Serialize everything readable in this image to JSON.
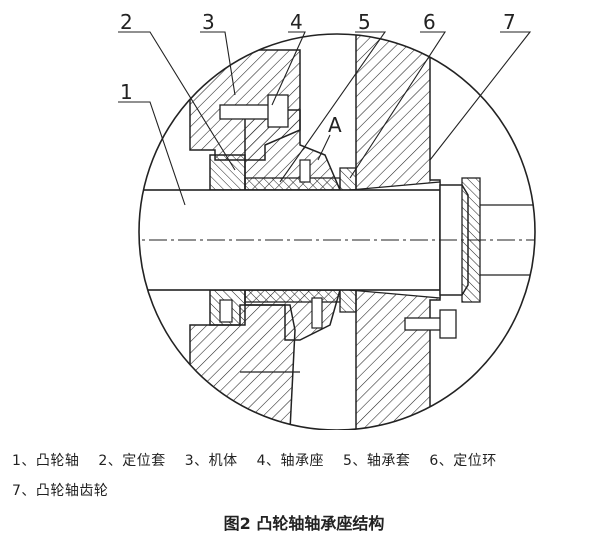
{
  "callouts": [
    "1",
    "2",
    "3",
    "4",
    "5",
    "6",
    "7"
  ],
  "section_marker": "A",
  "legend": {
    "line1": [
      "1、凸轮轴",
      "2、定位套",
      "3、机体",
      "4、轴承座",
      "5、轴承套",
      "6、定位环"
    ],
    "line2": [
      "7、凸轮轴齿轮"
    ]
  },
  "caption": "图2  凸轮轴轴承座结构",
  "colors": {
    "line": "#222222",
    "background": "#ffffff"
  }
}
